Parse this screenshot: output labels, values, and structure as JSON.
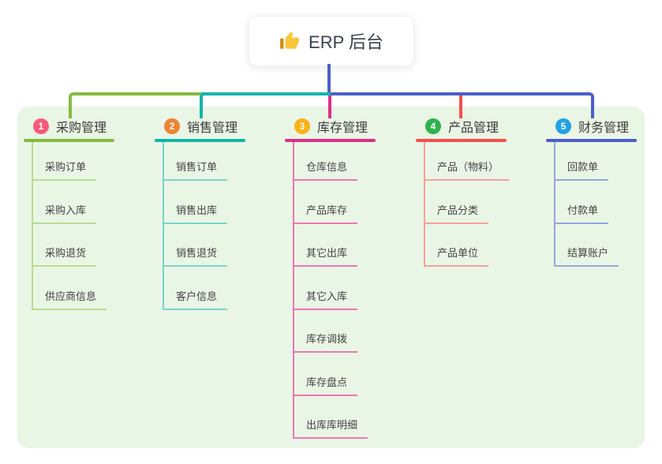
{
  "root": {
    "label": "ERP 后台",
    "icon": "thumbs-up-icon"
  },
  "canvas": {
    "panel_color": "#eaf6e5",
    "root_stem_color": "#4a5fc9"
  },
  "branches": [
    {
      "index": "1",
      "label": "采购管理",
      "badge_color": "#f65b79",
      "line_color": "#85bb40",
      "tint_color": "#b9db8f",
      "children": [
        "采购订单",
        "采购入库",
        "采购退货",
        "供应商信息"
      ]
    },
    {
      "index": "2",
      "label": "销售管理",
      "badge_color": "#ef8336",
      "line_color": "#12b5ac",
      "tint_color": "#79d5cd",
      "children": [
        "销售订单",
        "销售出库",
        "销售退货",
        "客户信息"
      ]
    },
    {
      "index": "3",
      "label": "库存管理",
      "badge_color": "#fcb116",
      "line_color": "#de2f89",
      "tint_color": "#f075b4",
      "children": [
        "仓库信息",
        "产品库存",
        "其它出库",
        "其它入库",
        "库存调拨",
        "库存盘点",
        "出库库明细"
      ]
    },
    {
      "index": "4",
      "label": "产品管理",
      "badge_color": "#2fb34c",
      "line_color": "#f5504b",
      "tint_color": "#f8a09a",
      "children": [
        "产品（物料）",
        "产品分类",
        "产品单位"
      ]
    },
    {
      "index": "5",
      "label": "财务管理",
      "badge_color": "#21a2e2",
      "line_color": "#4a5fc9",
      "tint_color": "#93a7de",
      "children": [
        "回款单",
        "付款单",
        "结算账户"
      ]
    }
  ]
}
